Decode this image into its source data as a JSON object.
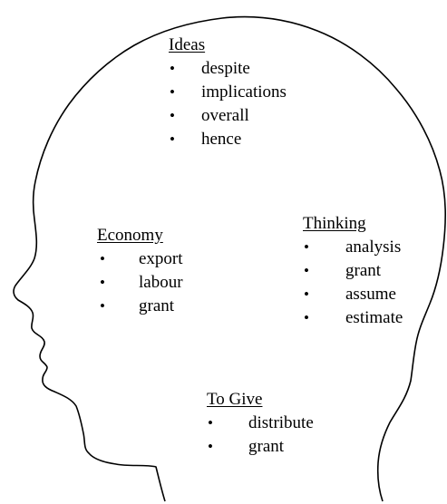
{
  "groups": {
    "ideas": {
      "heading": "Ideas",
      "items": [
        "despite",
        "implications",
        "overall",
        "hence"
      ]
    },
    "economy": {
      "heading": "Economy",
      "items": [
        "export",
        "labour",
        "grant"
      ]
    },
    "thinking": {
      "heading": "Thinking",
      "items": [
        "analysis",
        "grant",
        "assume",
        "estimate"
      ]
    },
    "to_give": {
      "heading": "To Give",
      "items": [
        "distribute",
        "grant"
      ]
    }
  },
  "bullet": "•",
  "colors": {
    "ink": "#000000",
    "background": "#ffffff"
  },
  "icons": {
    "outline": "human-head-profile-icon"
  }
}
